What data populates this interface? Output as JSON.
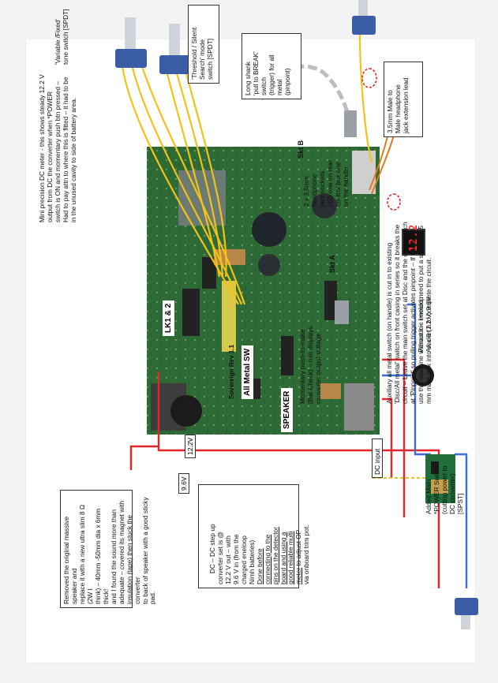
{
  "labels": {
    "ext_lead": "3.5mm Male to\nMale headphone\njack extension lead",
    "skt_b": "Skt B",
    "skt_a": "Skt A",
    "sockets": "2 x 3.5mm\nheadphone\njack sockets\n(x2) one on rear\ncontrol box one\non the handle",
    "long_shank": "Long shank\n'pull to BREAK'\nswitch\n(trigger) for all\nmetal\n(pinpoint)",
    "threshold": "'Threshold / Silent\nSearch' mode\nswitch [SPDT]",
    "variable": "'Variable /Fixed'\ntone switch [SPDT]",
    "meter_text": "Mini precision DC meter - this shows steady 12.2 V\noutput from DC the converter when *POWER\nswitch is ON and momentary push btn pressed –\nHad to pay attn to where this is fitted – it had to be\nin the unused cavity to side of battery area.",
    "meter_reading": "12.2",
    "lk": "LK1 & 2",
    "board_text": "Sovereign Rev 1.1",
    "all_metal": "All Metal SW",
    "speaker": "SPEAKER",
    "momentary": "Momentary push-to-make\n(Bat Check) – this displays\nconverter output voltage",
    "aux_text": "Auxiliary all metal switch (on handle) is cut in to existing\n'Disc/All metal' switch on front casing in series so it breaks the\ncircuit – Leave the main switch set at Disc and the other switch\nat 'Pinpoint' so pulling trigger activates pinpoint – If I want to\nuse the machine without it – I would need to put a shorted 3.5\nmm male jack into socket A to complete the circuit.",
    "eneloop": "Panasonic eneloop\nAA x 8 (1.2 V) 9.6V",
    "dc_input": "DC\ninput",
    "v122": "12.2V",
    "v96": "9.6V",
    "speaker_note": "Removed the original massive speaker and\nreplace it with a new ultra slim 8 Ω (2W I\nthink) – 40mm -50mm dia x 6mm thick!\nand I found the sound more than\nadequate – covered its magnet with\ninsulation (tape) then stuck the converter\nto back of speaker with a good sticky pad.",
    "dcdc_head": "DC – DC step up\nconverter set is @\n12.2 V out – with\n9.6 V in (from the\ncharged eneloop\nNimh batteries)\n",
    "dcdc_under": "Done before\nconnecting to the\npins on the detector\nboard and using a\ngood reliable multi\nmeter",
    "dcdc_tail": " to adjust OP\nvia onboard trim pot.",
    "main_power": "Added Main\n*POWER Switch\n(cutting power to\nDC converter)\n[SPST]"
  },
  "colors": {
    "red_wire": "#e3262a",
    "blue_wire": "#3a6fd1",
    "yellow_wire": "#f2c21a",
    "orange_wire": "#e07a1f",
    "board_green": "#2e6a35"
  }
}
